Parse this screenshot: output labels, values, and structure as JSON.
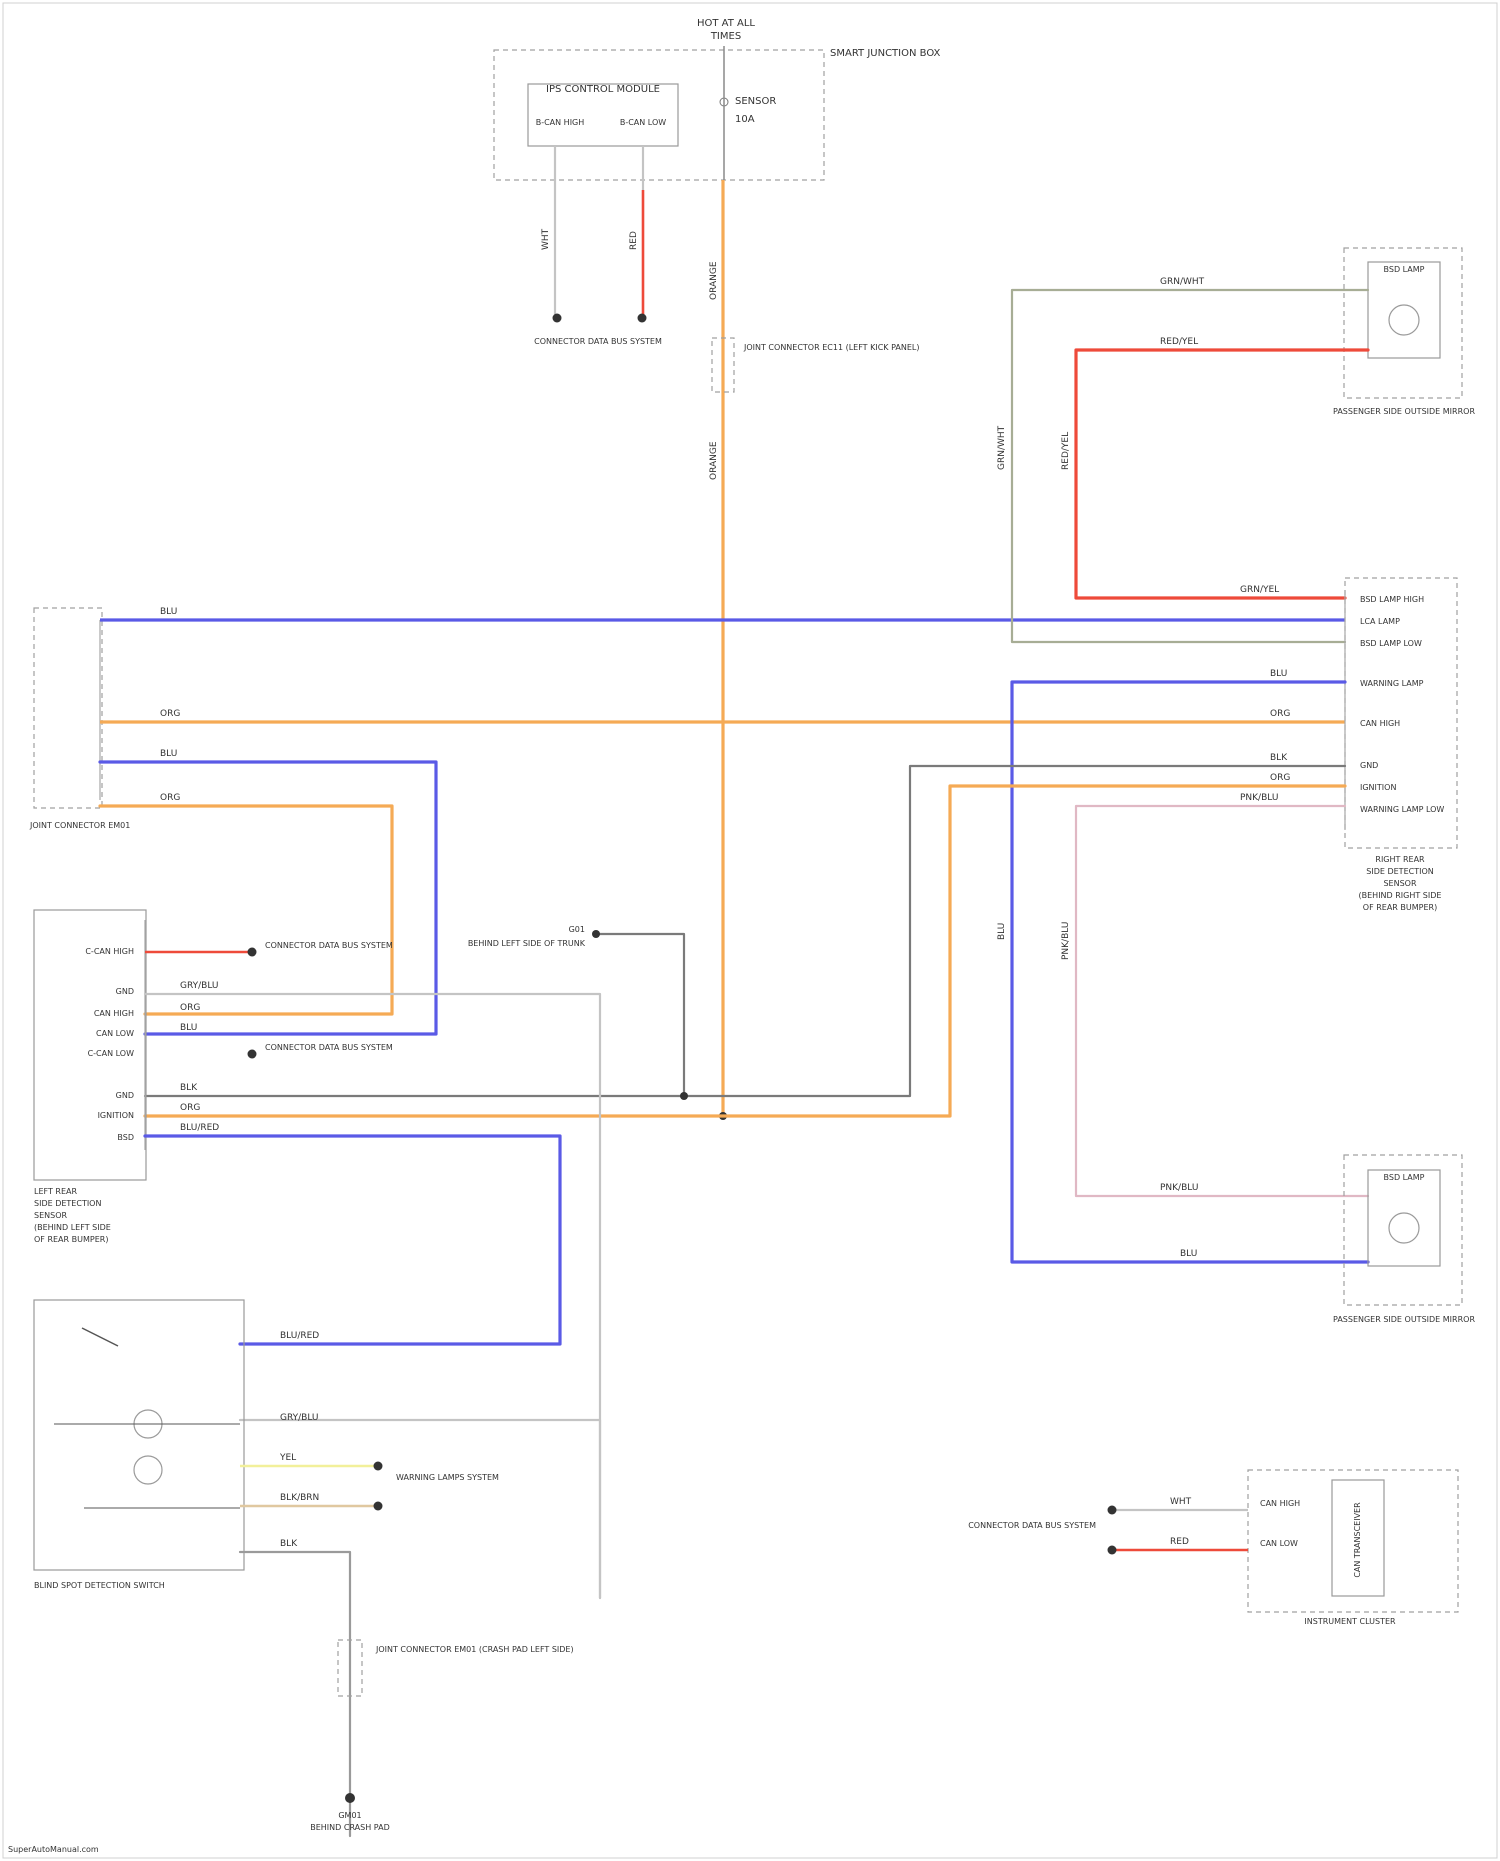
{
  "title": {
    "line1": "HOT AT ALL",
    "line2": "TIMES"
  },
  "colors": {
    "blue": "#5a5ae6",
    "orange": "#f5aa55",
    "red": "#ee4a3a",
    "green_gray": "#a7ad95",
    "gray": "#7a7a7a",
    "pink": "#e0b8c4",
    "yellow": "#f2f09a",
    "light_gray": "#c4c4c4",
    "box": "#9a9a9a"
  },
  "fuse_box": {
    "label": "SMART JUNCTION BOX",
    "control_module": {
      "title": "IPS CONTROL MODULE",
      "left_pin": "B-CAN HIGH",
      "right_pin": "B-CAN LOW"
    },
    "fuse": {
      "name": "SENSOR",
      "rating": "10A"
    },
    "fuse_wire": "0.3"
  },
  "can_system": {
    "label": "CONNECTOR DATA BUS SYSTEM"
  },
  "joint_top": {
    "label": "JOINT CONNECTOR EC11 (LEFT KICK PANEL)"
  },
  "joint_left": {
    "label": "JOINT CONNECTOR EM01"
  },
  "right_upper_lamp": {
    "title": "BSD LAMP",
    "caption": "PASSENGER SIDE OUTSIDE MIRROR"
  },
  "right_lower_lamp": {
    "title": "BSD LAMP",
    "caption": "PASSENGER SIDE OUTSIDE MIRROR"
  },
  "right_module": {
    "caption": [
      "RIGHT REAR",
      "SIDE DETECTION",
      "SENSOR",
      "(BEHIND RIGHT SIDE",
      "OF REAR BUMPER)"
    ],
    "pins": [
      "BSD LAMP HIGH",
      "LCA LAMP",
      "BSD LAMP LOW",
      "WARNING LAMP",
      "CAN HIGH",
      "GND",
      "IGNITION",
      "WARNING LAMP LOW"
    ]
  },
  "left_module": {
    "caption": [
      "LEFT REAR",
      "SIDE DETECTION",
      "SENSOR",
      "(BEHIND LEFT SIDE",
      "OF REAR BUMPER)"
    ],
    "pins": [
      "C-CAN HIGH",
      "GND",
      "CAN HIGH",
      "CAN LOW",
      "C-CAN LOW",
      "GND",
      "IGNITION",
      "BSD"
    ],
    "can_system_upper": "CONNECTOR DATA BUS SYSTEM",
    "can_system_lower": "CONNECTOR DATA BUS SYSTEM"
  },
  "ground": {
    "label": "G01",
    "caption": "BEHIND LEFT SIDE OF TRUNK"
  },
  "switch_module": {
    "caption": "BLIND SPOT DETECTION SWITCH"
  },
  "warning_system": {
    "label": "WARNING LAMPS SYSTEM"
  },
  "joint_bottom": {
    "label": "JOINT CONNECTOR EM01 (CRASH PAD LEFT SIDE)"
  },
  "ground_bottom": {
    "label": "GM01",
    "caption": "BEHIND CRASH PAD"
  },
  "instrument_cluster": {
    "caption": "INSTRUMENT CLUSTER",
    "can_system": "CONNECTOR DATA BUS SYSTEM",
    "pins": [
      "CAN HIGH",
      "CAN LOW"
    ],
    "module_label": "CAN TRANSCEIVER"
  },
  "wire_labels": {
    "fuse_down": "ORANGE",
    "can_left": "WHT",
    "can_right": "RED",
    "bsd_high": "GRN/WHT",
    "bsd_low": "RED/YEL",
    "bsd_low2": "GRN/YEL",
    "lca": "BLU",
    "lca2": "BLK",
    "warning": "BLU",
    "can_high": "ORG",
    "gnd": "BLK",
    "ign": "ORG",
    "warn_low": "PNK/BLU",
    "sw_blu": "BLU/RED",
    "sw_gry": "GRY/BLU",
    "sw_yel": "YEL",
    "sw_brn": "BLK/BRN",
    "sw_gnd": "BLK",
    "ic_wht": "WHT",
    "ic_red": "RED"
  },
  "watermark": "SuperAutoManual.com"
}
